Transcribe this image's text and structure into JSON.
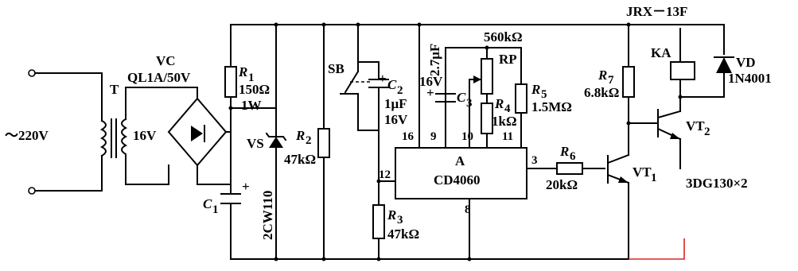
{
  "input": {
    "voltage": "～220V"
  },
  "transformer": {
    "ref": "T",
    "secondary": "16V"
  },
  "bridge": {
    "ref": "VC",
    "part": "QL1A/50V"
  },
  "c1": {
    "ref": "C",
    "sub": "1"
  },
  "r1": {
    "ref": "R",
    "sub": "1",
    "value": "150Ω",
    "power": "1W"
  },
  "vs": {
    "ref": "VS",
    "part": "2CW110"
  },
  "r2": {
    "ref": "R",
    "sub": "2",
    "value": "47kΩ"
  },
  "sb": {
    "ref": "SB"
  },
  "c2": {
    "ref": "C",
    "sub": "2",
    "value": "1μF",
    "voltage": "16V"
  },
  "r3": {
    "ref": "R",
    "sub": "3",
    "value": "47kΩ"
  },
  "c3": {
    "ref": "C",
    "sub": "3",
    "value": "2.7μF",
    "voltage": "16V"
  },
  "rp": {
    "ref": "RP",
    "value": "560kΩ"
  },
  "r4": {
    "ref": "R",
    "sub": "4",
    "value": "1kΩ"
  },
  "r5": {
    "ref": "R",
    "sub": "5",
    "value": "1.5MΩ"
  },
  "ic": {
    "ref": "A",
    "part": "CD4060",
    "pins": {
      "p16": "16",
      "p9": "9",
      "p10": "10",
      "p11": "11",
      "p12": "12",
      "p8": "8",
      "p3": "3"
    }
  },
  "r6": {
    "ref": "R",
    "sub": "6",
    "value": "20kΩ"
  },
  "vt1": {
    "ref": "VT",
    "sub": "1"
  },
  "r7": {
    "ref": "R",
    "sub": "7",
    "value": "6.8kΩ"
  },
  "relay": {
    "part": "JRX－13F",
    "ref": "KA"
  },
  "vd": {
    "ref": "VD",
    "part": "1N4001"
  },
  "vt2": {
    "ref": "VT",
    "sub": "2",
    "part": "3DG130×2"
  }
}
